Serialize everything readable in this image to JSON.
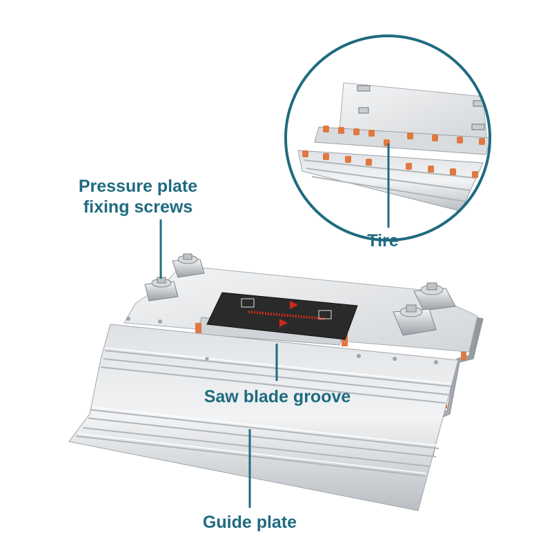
{
  "colors": {
    "label_text": "#1f6b80",
    "leader_line": "#1f6b80",
    "circle_border": "#1f6b80",
    "aluminum_light": "#eef0f2",
    "aluminum_mid": "#c9cdd1",
    "aluminum_dark": "#8f959b",
    "tire_orange": "#e07840",
    "panel_dark": "#2a2a2a",
    "panel_red": "#cc2a1e"
  },
  "labels": {
    "pressure_line1": "Pressure plate",
    "pressure_line2": "fixing screws",
    "tire": "Tire",
    "saw_blade_groove": "Saw blade groove",
    "guide_plate": "Guide plate"
  }
}
